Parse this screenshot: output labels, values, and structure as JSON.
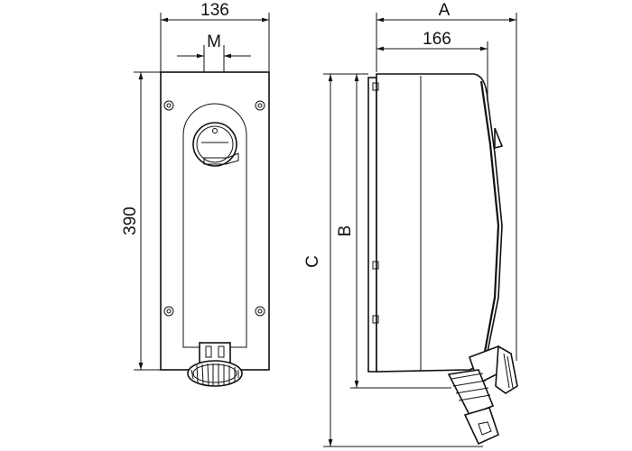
{
  "dimensions": {
    "front_width": "136",
    "mount_spacing": "M",
    "front_height": "390",
    "side_overall_width": "A",
    "side_body_width": "166",
    "side_body_height": "B",
    "side_overall_height": "C"
  }
}
